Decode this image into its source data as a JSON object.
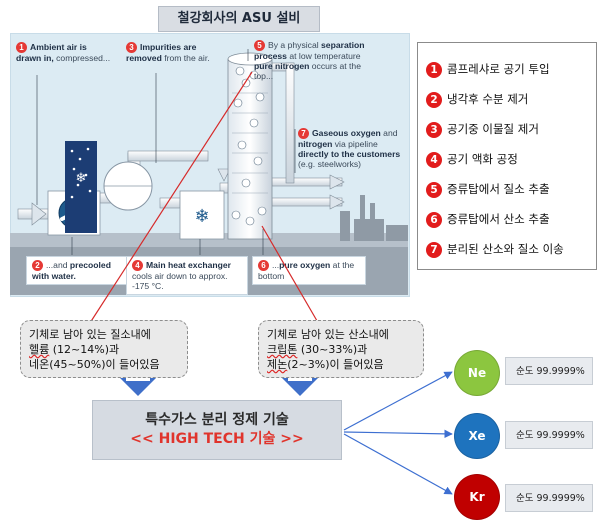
{
  "title": "철강회사의  ASU 설비",
  "steps": [
    {
      "num": "1",
      "bold": "Ambient air is drawn in,",
      "rest": " compressed..."
    },
    {
      "num": "3",
      "bold": "Impurities are removed",
      "rest": " from the air."
    },
    {
      "num": "5",
      "pre": "By a physical ",
      "bold": "separation process",
      "mid": " at low temperature ",
      "bold2": "pure nitrogen",
      "rest": " occurs at the top..."
    },
    {
      "num": "7",
      "bold": "Gaseous oxygen",
      "mid": " and ",
      "bold2": "nitrogen",
      "rest": " via pipeline ",
      "bold3": "directly to the customers",
      "tail": " (e.g. steelworks)"
    },
    {
      "num": "2",
      "pre": "...and ",
      "bold": "precooled with water."
    },
    {
      "num": "4",
      "bold": "Main heat exchanger",
      "rest": " cools air down to approx. -175 °C."
    },
    {
      "num": "6",
      "pre": "...",
      "bold": "pure oxygen",
      "rest": " at the bottom"
    }
  ],
  "legend": [
    {
      "num": "1",
      "label": "콤프레샤로 공기 투입"
    },
    {
      "num": "2",
      "label": "냉각후 수분 제거"
    },
    {
      "num": "3",
      "label": "공기중 이물질 제거"
    },
    {
      "num": "4",
      "label": "공기 액화 공정"
    },
    {
      "num": "5",
      "label": "증류탑에서 질소 추출"
    },
    {
      "num": "6",
      "label": "증류탑에서 산소 추출"
    },
    {
      "num": "7",
      "label": "분리된 산소와 질소 이송"
    }
  ],
  "callout_left": {
    "line1": "기체로 남아 있는 질소내에",
    "line2a": "헬륨",
    "line2b": " (12~14%)과",
    "line3": "네온(45~50%)이 들어있음"
  },
  "callout_right": {
    "line1": "기체로 남아 있는 산소내에",
    "line2a": "크립톤",
    "line2b": " (30~33%)과",
    "line3a": "제논",
    "line3b": "(2~3%)이 들어있음"
  },
  "main_box": {
    "line1": "특수가스 분리 정제 기술",
    "line2": "<< HIGH TECH 기술 >>"
  },
  "gases": [
    {
      "symbol": "Ne",
      "purity": "순도 99.9999%",
      "color": "#8cc63f"
    },
    {
      "symbol": "Xe",
      "purity": "순도 99.9999%",
      "color": "#1e73be"
    },
    {
      "symbol": "Kr",
      "purity": "순도 99.9999%",
      "color": "#c00000"
    }
  ],
  "colors": {
    "accent_red": "#e21c1c",
    "arrow_blue": "#3d6fd1",
    "panel_bg": "#dcebf3"
  }
}
